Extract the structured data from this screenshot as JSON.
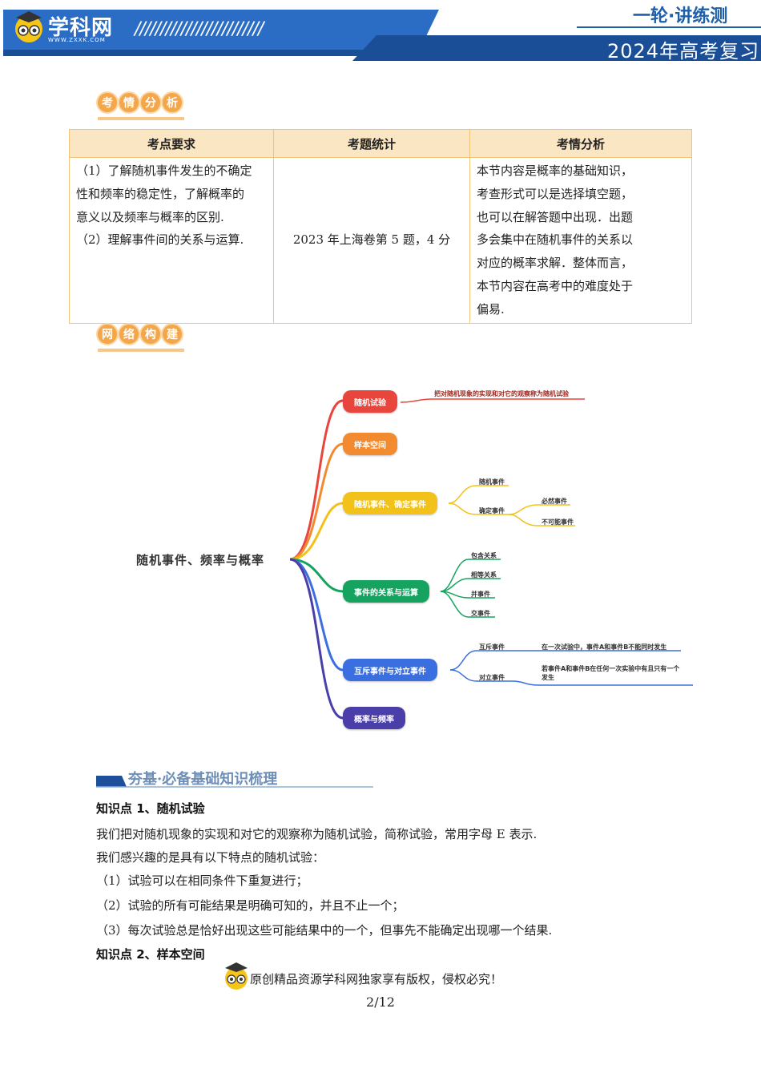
{
  "header": {
    "logo": "学科网",
    "logo_url": "WWW.ZXXK.COM",
    "slashes": "/////////////////////////",
    "series": "一轮·讲练测",
    "year_title": "2024年高考复习"
  },
  "badge1": [
    "考",
    "情",
    "分",
    "析"
  ],
  "badge2": [
    "网",
    "络",
    "构",
    "建"
  ],
  "table": {
    "headers": [
      "考点要求",
      "考题统计",
      "考情分析"
    ],
    "col1": [
      "（1）了解随机事件发生的不确定",
      "性和频率的稳定性，了解概率的",
      "意义以及频率与概率的区别.",
      "（2）理解事件间的关系与运算."
    ],
    "col2": "2023 年上海卷第 5 题，4 分",
    "col3": [
      "本节内容是概率的基础知识，",
      "考查形式可以是选择填空题，",
      "也可以在解答题中出现．出题",
      "多会集中在随机事件的关系以",
      "对应的概率求解．整体而言，",
      "本节内容在高考中的难度处于",
      "偏易."
    ]
  },
  "mindmap": {
    "root": "随机事件、频率与概率",
    "branches": [
      {
        "label": "随机试验",
        "color": "#e8453c",
        "leaves": [
          "把对随机现象的实现和对它的观察称为随机试验"
        ]
      },
      {
        "label": "样本空间",
        "color": "#f28b30",
        "leaves": []
      },
      {
        "label": "随机事件、确定事件",
        "color": "#f2c21a",
        "leaves": [
          "随机事件",
          "确定事件",
          "必然事件",
          "不可能事件"
        ]
      },
      {
        "label": "事件的关系与运算",
        "color": "#16a35f",
        "leaves": [
          "包含关系",
          "相等关系",
          "并事件",
          "交事件"
        ]
      },
      {
        "label": "互斥事件与对立事件",
        "color": "#3b6fe0",
        "leaves": [
          "互斥事件",
          "对立事件",
          "在一次试验中，事件A和事件B不能同时发生",
          "若事件A和事件B在任何一次实验中有且只有一个",
          "发生"
        ]
      },
      {
        "label": "概率与频率",
        "color": "#4a3fa8",
        "leaves": []
      }
    ]
  },
  "section_title": "夯基·必备基础知识梳理",
  "kp1": {
    "title": "知识点 1、随机试验",
    "lines": [
      "我们把对随机现象的实现和对它的观察称为随机试验，简称试验，常用字母 E 表示.",
      "我们感兴趣的是具有以下特点的随机试验：",
      "（1）试验可以在相同条件下重复进行；",
      "（2）试验的所有可能结果是明确可知的，并且不止一个；",
      "（3）每次试验总是恰好出现这些可能结果中的一个，但事先不能确定出现哪一个结果."
    ]
  },
  "kp2": {
    "title": "知识点 2、样本空间"
  },
  "footer": "原创精品资源学科网独家享有版权，侵权必究！",
  "page_number": "2/12"
}
